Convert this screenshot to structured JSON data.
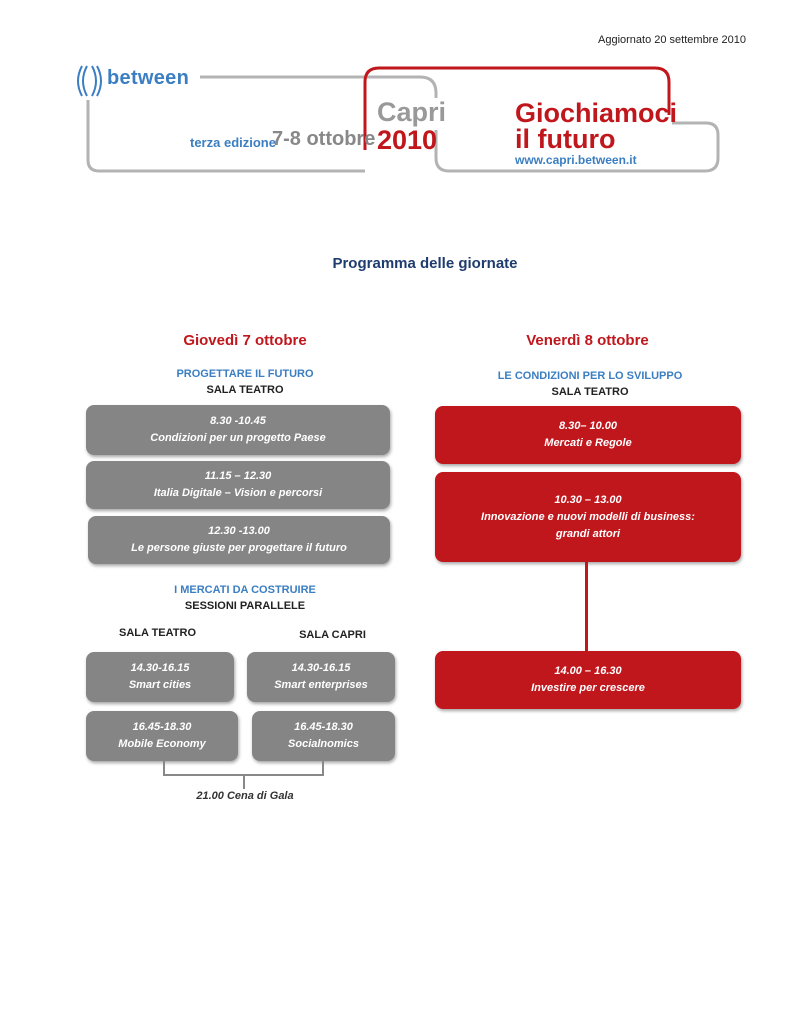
{
  "updated": "Aggiornato 20 settembre 2010",
  "header": {
    "brand": "between",
    "edition": "terza edizione",
    "dates": "7-8 ottobre",
    "city": "Capri",
    "year": "2010",
    "slogan_line1": "Giochiamoci",
    "slogan_line2": "il futuro",
    "url": "www.capri.between.it"
  },
  "page_title": "Programma delle giornate",
  "day1": {
    "title": "Giovedì 7 ottobre",
    "section1": {
      "title": "PROGETTARE IL FUTURO",
      "room": "SALA TEATRO"
    },
    "sessions": [
      {
        "time": "8.30 -10.45",
        "name": "Condizioni per un progetto Paese"
      },
      {
        "time": "11.15  –  12.30",
        "name": "Italia Digitale – Vision e percorsi"
      },
      {
        "time": "12.30 -13.00",
        "name": "Le persone giuste per progettare il futuro"
      }
    ],
    "section2": {
      "title": "I MERCATI DA COSTRUIRE",
      "subtitle": "SESSIONI PARALLELE"
    },
    "room_left": "SALA TEATRO",
    "room_right": "SALA CAPRI",
    "parallel_left": [
      {
        "time": "14.30-16.15",
        "name": "Smart cities"
      },
      {
        "time": "16.45-18.30",
        "name": "Mobile Economy"
      }
    ],
    "parallel_right": [
      {
        "time": "14.30-16.15",
        "name": "Smart enterprises"
      },
      {
        "time": "16.45-18.30",
        "name": "Socialnomics"
      }
    ],
    "dinner": "21.00 Cena di Gala"
  },
  "day2": {
    "title": "Venerdì 8 ottobre",
    "section": {
      "title": "LE CONDIZIONI PER LO SVILUPPO",
      "room": "SALA TEATRO"
    },
    "sessions": [
      {
        "time": "8.30– 10.00",
        "name": "Mercati e Regole"
      },
      {
        "time": "10.30  –  13.00",
        "name": "Innovazione  e nuovi modelli  di business:",
        "name2": "grandi attori"
      },
      {
        "time": "14.00 – 16.30",
        "name": "Investire per crescere"
      }
    ]
  },
  "colors": {
    "accent_red": "#c0171d",
    "accent_blue": "#3b7ec2",
    "box_gray": "#858585",
    "title_navy": "#1f3c6e"
  }
}
